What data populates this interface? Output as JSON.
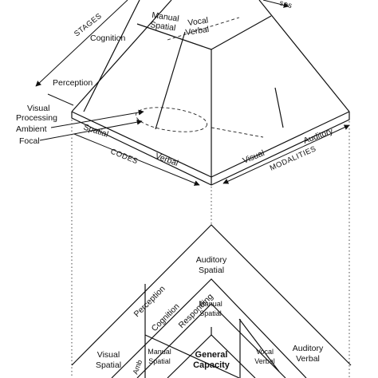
{
  "top": {
    "axes": {
      "stages": "STAGES",
      "codes": "CODES",
      "modalities": "MODALITIES",
      "responses_fragment": "ses"
    },
    "stage_labels": {
      "cognition": "Cognition",
      "perception": "Perception"
    },
    "resource_labels": {
      "manual_spatial": [
        "Manual",
        "Spatial"
      ],
      "vocal_verbal": [
        "Vocal",
        "Verbal"
      ]
    },
    "visual_processing": {
      "lines": [
        "Visual",
        "Processing"
      ],
      "ambient": "Ambient",
      "focal": "Focal"
    },
    "code_labels": {
      "spatial": "Spatial",
      "verbal": "Verbal"
    },
    "modality_labels": {
      "visual": "Visual",
      "auditory": "Auditory"
    }
  },
  "bottom": {
    "auditory_spatial": [
      "Auditory",
      "Spatial"
    ],
    "auditory_verbal": [
      "Auditory",
      "Verbal"
    ],
    "visual_spatial": [
      "Visual",
      "Spatial"
    ],
    "perception": "Perception",
    "cognition": "Cognition",
    "responding": "Responding",
    "manual_spatial_top": [
      "Manual",
      "Spatial"
    ],
    "manual_spatial_left": [
      "Manual",
      "Spatial"
    ],
    "vocal_verbal": [
      "Vocal",
      "Verbal"
    ],
    "general_capacity": [
      "General",
      "Capacity"
    ],
    "ambient_fragment": "Amb"
  }
}
